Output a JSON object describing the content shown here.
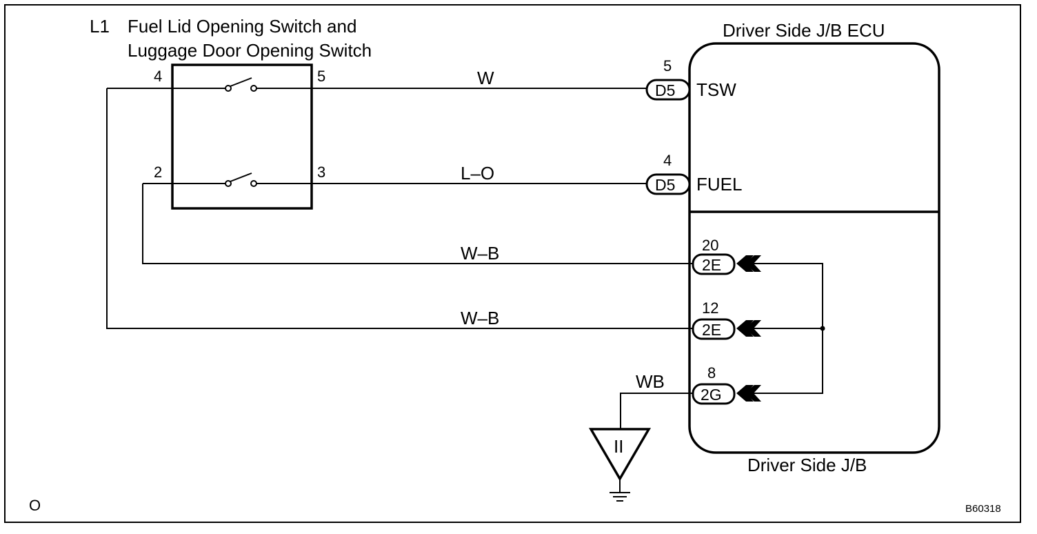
{
  "component": {
    "id": "L1",
    "name_line1": "Fuel Lid Opening Switch and",
    "name_line2": "Luggage Door Opening Switch",
    "pins": {
      "top_left": "4",
      "top_right": "5",
      "bottom_left": "2",
      "bottom_right": "3"
    }
  },
  "ecu": {
    "title": "Driver Side J/B ECU",
    "terminals": [
      {
        "pin": "5",
        "connector": "D5",
        "signal": "TSW"
      },
      {
        "pin": "4",
        "connector": "D5",
        "signal": "FUEL"
      }
    ]
  },
  "junction_block": {
    "title": "Driver Side J/B",
    "terminals": [
      {
        "pin": "20",
        "connector": "2E"
      },
      {
        "pin": "12",
        "connector": "2E"
      },
      {
        "pin": "8",
        "connector": "2G"
      }
    ]
  },
  "wires": {
    "tsw": "W",
    "fuel": "L–O",
    "ground_a": "W–B",
    "ground_b": "W–B",
    "ground_main": "WB"
  },
  "ground_point": "II",
  "footer": {
    "left_code": "O",
    "diagram_code": "B60318"
  }
}
